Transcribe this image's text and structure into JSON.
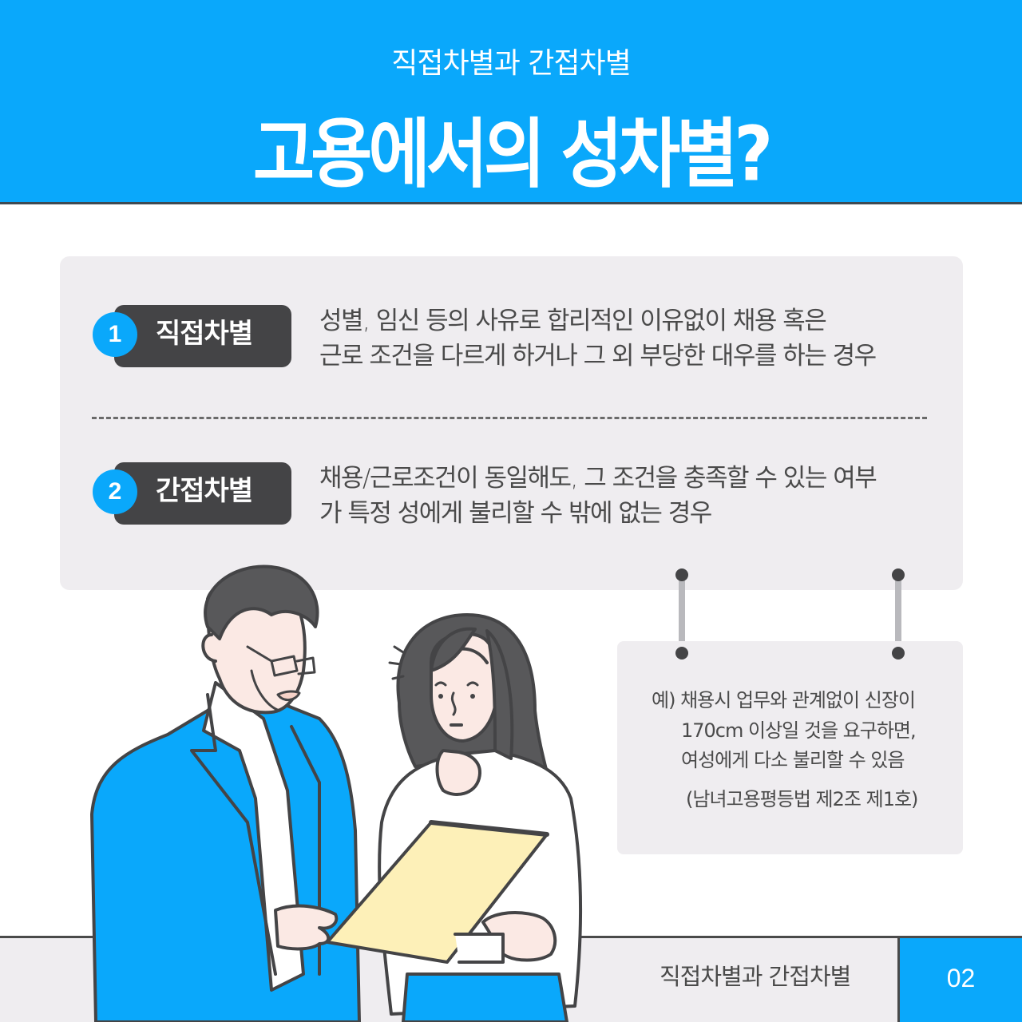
{
  "header": {
    "subtitle": "직접차별과 간접차별",
    "title": "고용에서의 성차별?"
  },
  "items": [
    {
      "number": "1",
      "label": "직접차별",
      "description_lines": [
        "성별, 임신 등의 사유로 합리적인 이유없이 채용 혹은",
        "근로 조건을 다르게 하거나 그 외 부당한 대우를 하는 경우"
      ]
    },
    {
      "number": "2",
      "label": "간접차별",
      "description_lines": [
        "채용/근로조건이 동일해도, 그 조건을 충족할 수 있는 여부",
        "가 특정 성에게 불리할 수 밖에 없는 경우"
      ]
    }
  ],
  "example_sign": {
    "lines": [
      "예) 채용시 업무와 관계없이 신장이",
      "170cm 이상일 것을 요구하면,",
      "여성에게 다소 불리할 수 있음"
    ],
    "citation": "(남녀고용평등법 제2조 제1호)"
  },
  "footer": {
    "section_title": "직접차별과 간접차별",
    "page_number": "02"
  },
  "colors": {
    "accent": "#0aa8fb",
    "badge_bg": "#444446",
    "panel_bg": "#efedf0",
    "text": "#4a4a4a",
    "outline": "#444446",
    "clipboard": "#fdf0b8",
    "skin": "#fbe9e4",
    "hair": "#58585a"
  },
  "illustration": {
    "icon": "business-people-reviewing-document-illustration"
  }
}
